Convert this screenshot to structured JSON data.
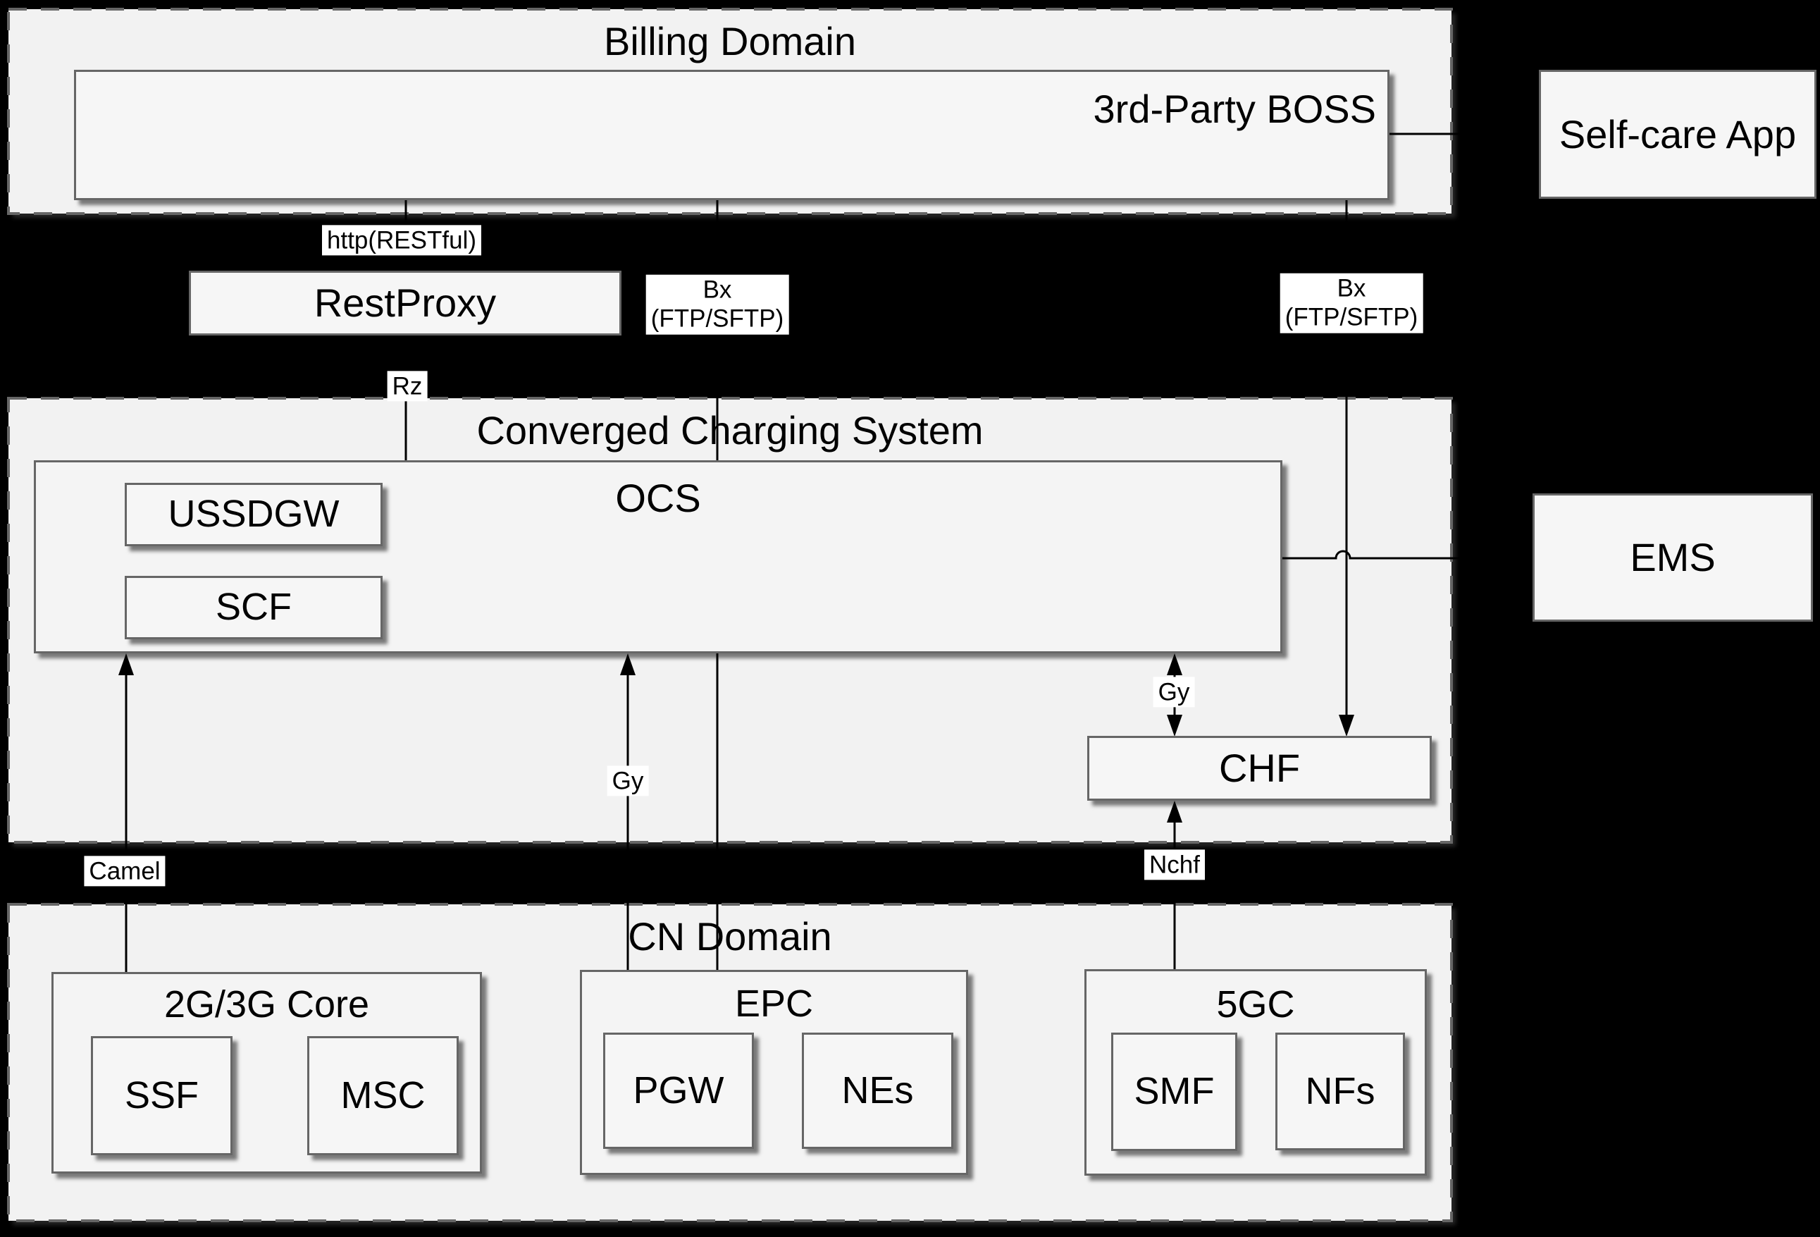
{
  "colors": {
    "page-bg": "#000000",
    "domain-fill": "#f2f2f2",
    "node-fill": "#f6f6f6",
    "group-fill": "#f4f4f4",
    "border-gray": "#666666",
    "line-black": "#000000",
    "chip-bg": "#ffffff",
    "text": "#000000"
  },
  "billing_domain": {
    "title": "Billing Domain",
    "boss": "3rd-Party BOSS"
  },
  "selfcare": {
    "label": "Self-care App"
  },
  "restproxy": {
    "label": "RestProxy"
  },
  "ccs": {
    "title": "Converged Charging System",
    "ocs": "OCS",
    "ussdgw": "USSDGW",
    "scf": "SCF",
    "chf": "CHF"
  },
  "ems": {
    "label": "EMS"
  },
  "cn": {
    "title": "CN Domain",
    "core2g3g": {
      "title": "2G/3G Core",
      "ssf": "SSF",
      "msc": "MSC"
    },
    "epc": {
      "title": "EPC",
      "pgw": "PGW",
      "nes": "NEs"
    },
    "fivegc": {
      "title": "5GC",
      "smf": "SMF",
      "nfs": "NFs"
    }
  },
  "links": {
    "http": "http(RESTful)",
    "bx_left": {
      "l1": "Bx",
      "l2": "(FTP/SFTP)"
    },
    "bx_right": {
      "l1": "Bx",
      "l2": "(FTP/SFTP)"
    },
    "rz": "Rz",
    "gy_pgw": "Gy",
    "gy_chf": "Gy",
    "camel": "Camel",
    "nchf": "Nchf"
  }
}
